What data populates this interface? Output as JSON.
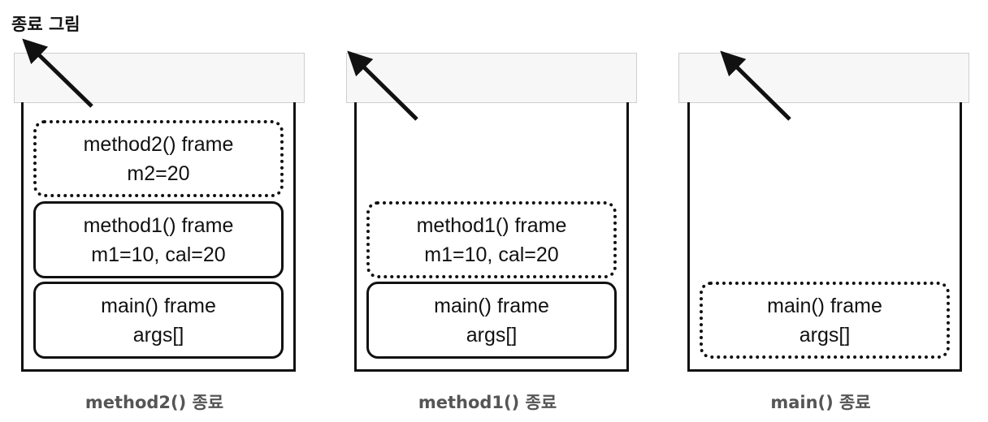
{
  "diagram_title": "종료 그림",
  "stacks": [
    {
      "caption": "method2() 종료",
      "frames": [
        {
          "name": "method2() frame",
          "vars": "m2=20",
          "style": "dotted"
        },
        {
          "name": "method1() frame",
          "vars": "m1=10, cal=20",
          "style": "solid"
        },
        {
          "name": "main() frame",
          "vars": "args[]",
          "style": "solid"
        }
      ]
    },
    {
      "caption": "method1() 종료",
      "frames": [
        {
          "name": "method1() frame",
          "vars": "m1=10, cal=20",
          "style": "dotted"
        },
        {
          "name": "main() frame",
          "vars": "args[]",
          "style": "solid"
        }
      ]
    },
    {
      "caption": "main() 종료",
      "frames": [
        {
          "name": "main() frame",
          "vars": "args[]",
          "style": "dotted"
        }
      ]
    }
  ],
  "colors": {
    "line": "#111111",
    "caption": "#555555",
    "lid_fill": "#f7f7f7",
    "lid_border": "#cfcfcf"
  }
}
